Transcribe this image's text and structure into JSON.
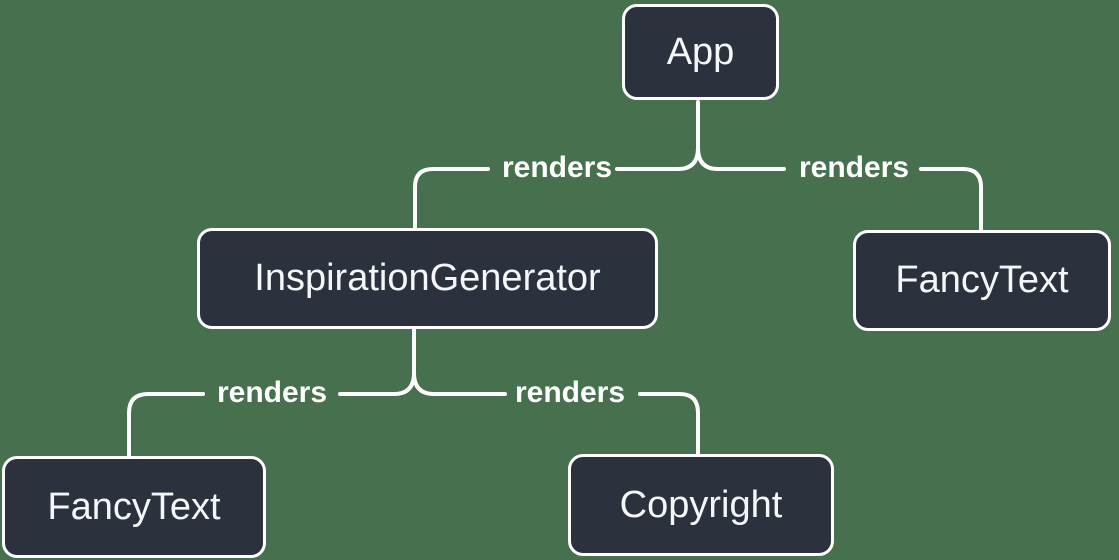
{
  "diagram": {
    "description": "React component render tree",
    "colors": {
      "background": "#47714E",
      "node_fill": "#2B323E",
      "node_border": "#FFFFFF",
      "node_text": "#F5F6F8",
      "line": "#FFFFFF",
      "edge_label_text": "#FFFFFF"
    },
    "nodes": [
      {
        "id": "app",
        "label": "App"
      },
      {
        "id": "inspiration-generator",
        "label": "InspirationGenerator"
      },
      {
        "id": "fancy-text-right",
        "label": "FancyText"
      },
      {
        "id": "fancy-text-left",
        "label": "FancyText"
      },
      {
        "id": "copyright",
        "label": "Copyright"
      }
    ],
    "edges": [
      {
        "from": "App",
        "to": "InspirationGenerator",
        "label": "renders"
      },
      {
        "from": "App",
        "to": "FancyText",
        "label": "renders"
      },
      {
        "from": "InspirationGenerator",
        "to": "FancyText",
        "label": "renders"
      },
      {
        "from": "InspirationGenerator",
        "to": "Copyright",
        "label": "renders"
      }
    ]
  }
}
